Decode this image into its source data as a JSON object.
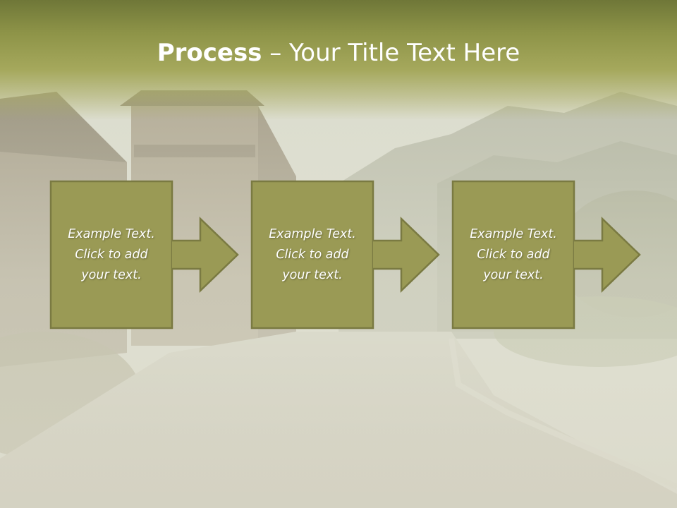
{
  "title": {
    "lead": "Process",
    "rest": " – Your Title Text Here"
  },
  "steps": [
    {
      "text": "Example Text.\nClick  to add\nyour text."
    },
    {
      "text": "Example Text.\nClick  to add\nyour text."
    },
    {
      "text": "Example Text.\nClick  to add\nyour text."
    }
  ],
  "colors": {
    "box_fill": "#9a9a55",
    "box_stroke": "#7a7a42",
    "title_band": "#8e9448",
    "text": "#ffffff"
  }
}
